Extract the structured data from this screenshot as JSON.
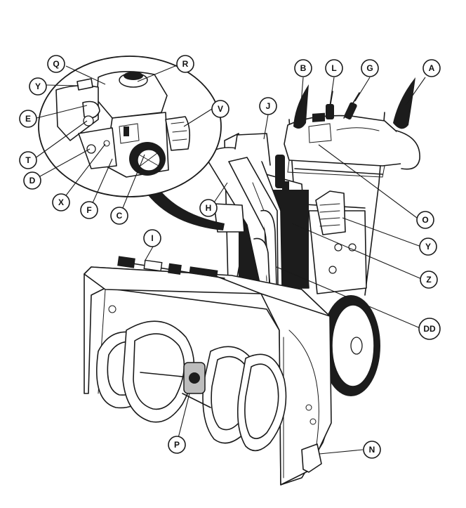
{
  "diagram": {
    "callouts": [
      {
        "id": "A",
        "label": "A"
      },
      {
        "id": "B",
        "label": "B"
      },
      {
        "id": "C",
        "label": "C"
      },
      {
        "id": "D",
        "label": "D"
      },
      {
        "id": "DD",
        "label": "DD"
      },
      {
        "id": "E",
        "label": "E"
      },
      {
        "id": "F",
        "label": "F"
      },
      {
        "id": "G",
        "label": "G"
      },
      {
        "id": "H",
        "label": "H"
      },
      {
        "id": "I",
        "label": "I"
      },
      {
        "id": "J",
        "label": "J"
      },
      {
        "id": "L",
        "label": "L"
      },
      {
        "id": "N",
        "label": "N"
      },
      {
        "id": "O",
        "label": "O"
      },
      {
        "id": "P",
        "label": "P"
      },
      {
        "id": "Q",
        "label": "Q"
      },
      {
        "id": "R",
        "label": "R"
      },
      {
        "id": "T",
        "label": "T"
      },
      {
        "id": "V",
        "label": "V"
      },
      {
        "id": "X",
        "label": "X"
      },
      {
        "id": "Y1",
        "label": "Y"
      },
      {
        "id": "Y2",
        "label": "Y"
      },
      {
        "id": "Z",
        "label": "Z"
      }
    ]
  }
}
